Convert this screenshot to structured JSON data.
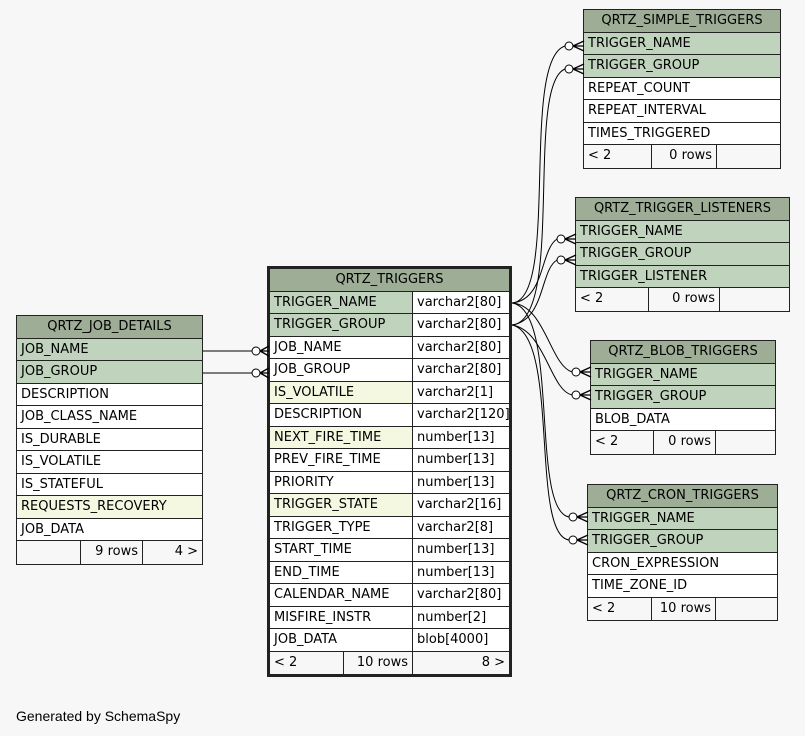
{
  "footer": "Generated by SchemaSpy",
  "tables": {
    "job_details": {
      "name": "QRTZ_JOB_DETAILS",
      "columns": [
        "JOB_NAME",
        "JOB_GROUP",
        "DESCRIPTION",
        "JOB_CLASS_NAME",
        "IS_DURABLE",
        "IS_VOLATILE",
        "IS_STATEFUL",
        "REQUESTS_RECOVERY",
        "JOB_DATA"
      ],
      "footer": [
        "",
        "9 rows",
        "4 >"
      ]
    },
    "triggers": {
      "name": "QRTZ_TRIGGERS",
      "columns": [
        "TRIGGER_NAME",
        "TRIGGER_GROUP",
        "JOB_NAME",
        "JOB_GROUP",
        "IS_VOLATILE",
        "DESCRIPTION",
        "NEXT_FIRE_TIME",
        "PREV_FIRE_TIME",
        "PRIORITY",
        "TRIGGER_STATE",
        "TRIGGER_TYPE",
        "START_TIME",
        "END_TIME",
        "CALENDAR_NAME",
        "MISFIRE_INSTR",
        "JOB_DATA"
      ],
      "types": [
        "varchar2[80]",
        "varchar2[80]",
        "varchar2[80]",
        "varchar2[80]",
        "varchar2[1]",
        "varchar2[120]",
        "number[13]",
        "number[13]",
        "number[13]",
        "varchar2[16]",
        "varchar2[8]",
        "number[13]",
        "number[13]",
        "varchar2[80]",
        "number[2]",
        "blob[4000]"
      ],
      "footer": [
        "< 2",
        "10 rows",
        "8 >"
      ]
    },
    "simple_triggers": {
      "name": "QRTZ_SIMPLE_TRIGGERS",
      "columns": [
        "TRIGGER_NAME",
        "TRIGGER_GROUP",
        "REPEAT_COUNT",
        "REPEAT_INTERVAL",
        "TIMES_TRIGGERED"
      ],
      "footer": [
        "< 2",
        "0 rows",
        ""
      ]
    },
    "trigger_listeners": {
      "name": "QRTZ_TRIGGER_LISTENERS",
      "columns": [
        "TRIGGER_NAME",
        "TRIGGER_GROUP",
        "TRIGGER_LISTENER"
      ],
      "footer": [
        "< 2",
        "0 rows",
        ""
      ]
    },
    "blob_triggers": {
      "name": "QRTZ_BLOB_TRIGGERS",
      "columns": [
        "TRIGGER_NAME",
        "TRIGGER_GROUP",
        "BLOB_DATA"
      ],
      "footer": [
        "< 2",
        "0 rows",
        ""
      ]
    },
    "cron_triggers": {
      "name": "QRTZ_CRON_TRIGGERS",
      "columns": [
        "TRIGGER_NAME",
        "TRIGGER_GROUP",
        "CRON_EXPRESSION",
        "TIME_ZONE_ID"
      ],
      "footer": [
        "< 2",
        "10 rows",
        ""
      ]
    }
  },
  "colors": {
    "header": "#9ead96",
    "key_column": "#c0d3bd",
    "indexed_column": "#f5f8e1",
    "background": "#f7f7f7"
  }
}
